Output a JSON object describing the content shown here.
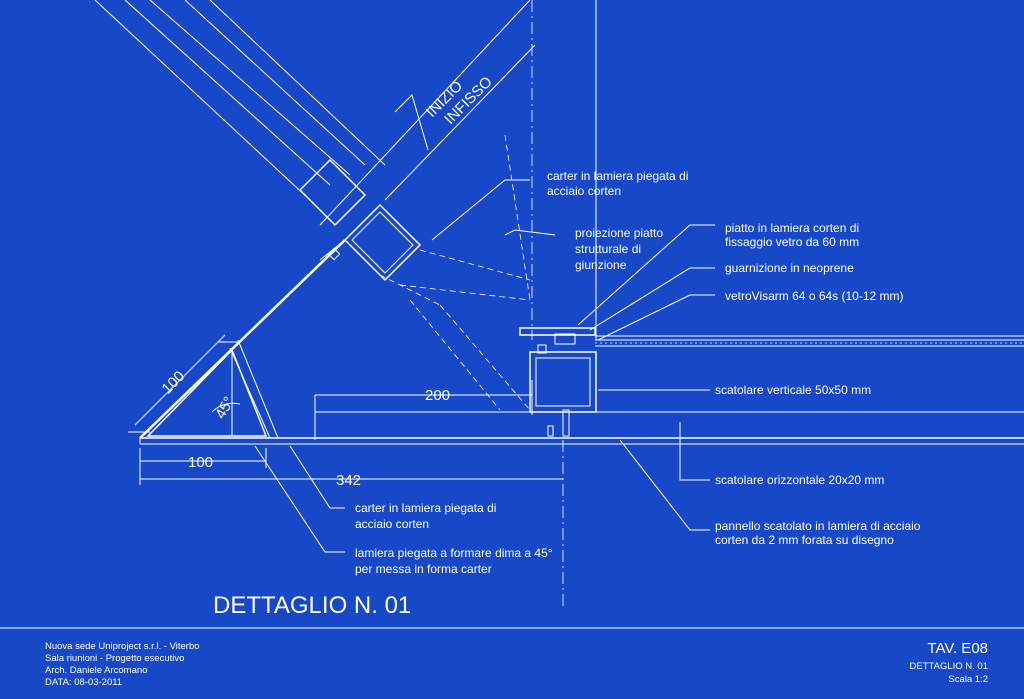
{
  "drawing": {
    "section_label_line1": "INIZIO",
    "section_label_line2": "INFISSO",
    "title": "DETTAGLIO N. 01",
    "angle": "45°",
    "dimensions": {
      "d100_diag": "100",
      "d100_horiz": "100",
      "d200": "200",
      "d342": "342"
    },
    "annotations": {
      "carter_top_l1": "carter in lamiera piegata di",
      "carter_top_l2": "acciaio corten",
      "proiezione_l1": "proiezione piatto",
      "proiezione_l2": "strutturale di",
      "proiezione_l3": "giunzione",
      "piatto_l1": "piatto in lamiera corten di",
      "piatto_l2": "fissaggio vetro da 60 mm",
      "guarnizione": "guarnizione in neoprene",
      "vetro": "vetroVisarm 64 o 64s (10-12 mm)",
      "scatolare_vert": "scatolare verticale 50x50 mm",
      "scatolare_oriz": "scatolare orizzontale 20x20 mm",
      "carter_bot_l1": "carter in lamiera piegata di",
      "carter_bot_l2": "acciaio corten",
      "pannello_l1": "pannello scatolato in lamiera di acciaio",
      "pannello_l2": "corten da 2 mm forata su disegno",
      "lamiera_l1": "lamiera piegata a formare dima a 45°",
      "lamiera_l2": "per messa in forma carter"
    }
  },
  "title_block": {
    "project_l1": "Nuova sede Uniproject s.r.l. - Viterbo",
    "project_l2": "Sala riunioni - Progetto esecutivo",
    "project_l3": "Arch. Daniele Arcomano",
    "project_l4": "DATA: 08-03-2011",
    "sheet": "TAV. E08",
    "detail": "DETTAGLIO N. 01",
    "scale": "Scala 1:2"
  },
  "colors": {
    "background": "#1748c8",
    "lines": "#ffffff"
  }
}
